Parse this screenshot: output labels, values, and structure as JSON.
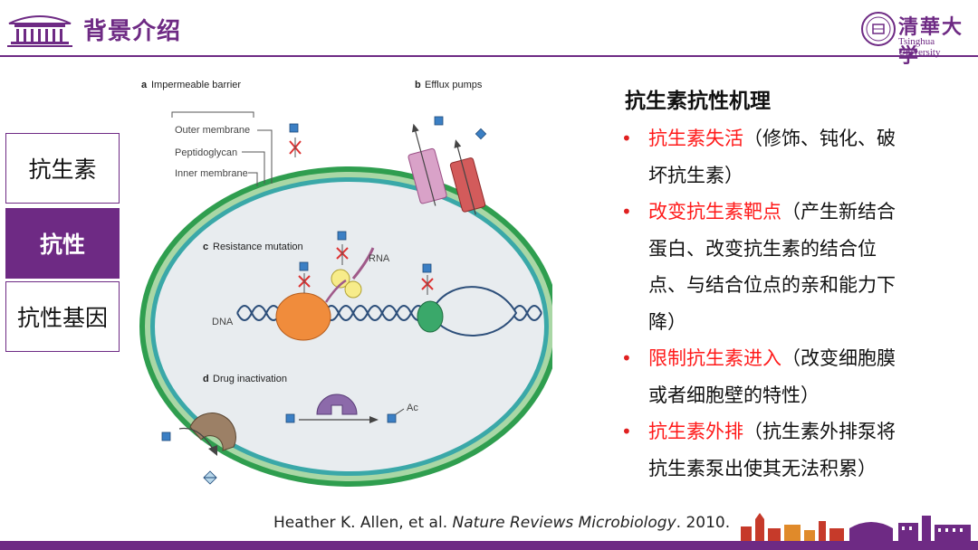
{
  "header": {
    "title": "背景介绍",
    "university_cn": "清華大学",
    "university_en": "Tsinghua University"
  },
  "tabs": [
    {
      "label": "抗生素",
      "active": false
    },
    {
      "label": "抗性",
      "active": true
    },
    {
      "label": "抗性基因",
      "active": false
    }
  ],
  "figure": {
    "label_a_letter": "a",
    "label_a": "Impermeable barrier",
    "label_b_letter": "b",
    "label_b": "Efflux pumps",
    "label_c_letter": "c",
    "label_c": "Resistance mutation",
    "label_d_letter": "d",
    "label_d": "Drug inactivation",
    "outer_membrane": "Outer membrane",
    "peptidoglycan": "Peptidoglycan",
    "inner_membrane": "Inner membrane",
    "rna": "RNA",
    "dna": "DNA",
    "ac": "Ac"
  },
  "citation": {
    "authors": "Heather K. Allen, et al. ",
    "journal": "Nature Reviews Microbiology",
    "year": ". 2010."
  },
  "mechanism": {
    "title": "抗生素抗性机理",
    "items": [
      {
        "highlight": "抗生素失活",
        "rest": "（修饰、钝化、破坏抗生素）"
      },
      {
        "highlight": "改变抗生素靶点",
        "rest": "（产生新结合蛋白、改变抗生素的结合位点、与结合位点的亲和能力下降）"
      },
      {
        "highlight": "限制抗生素进入",
        "rest": "（改变细胞膜或者细胞壁的特性）"
      },
      {
        "highlight": "抗生素外排",
        "rest": "（抗生素外排泵将抗生素泵出使其无法积累）"
      }
    ]
  },
  "colors": {
    "brand": "#6e2a84",
    "highlight": "#ff1a1a",
    "membrane_teal": "#3aa8a8",
    "membrane_green": "#2f9e4f"
  }
}
